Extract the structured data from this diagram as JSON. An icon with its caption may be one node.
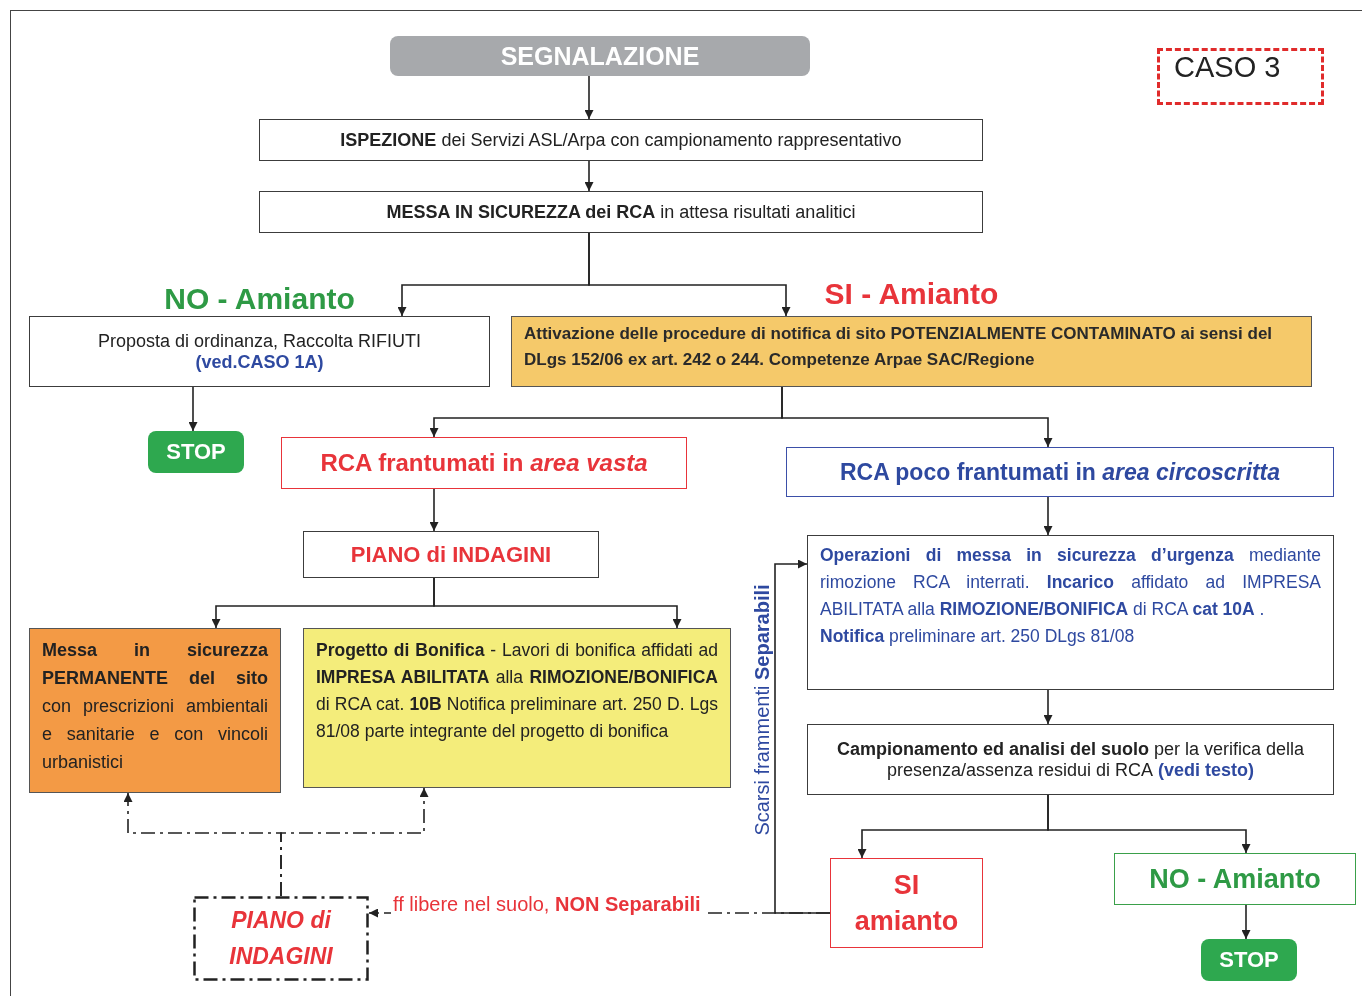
{
  "diagram": {
    "nodes": [
      {
        "text": [
          "SEGNALAZIONE"
        ]
      },
      {
        "text": [
          "**ISPEZIONE** dei Servizi ASL/Arpa con campionamento rappresentativo"
        ]
      },
      {
        "text": [
          "**MESSA IN SICUREZZA dei RCA** in attesa risultati analitici"
        ]
      },
      {
        "text": [
          "CASO 3"
        ]
      },
      {
        "text": [
          "NO - Amianto",
          "Proposta di ordinanza, Raccolta RIFIUTI",
          "(ved.CASO 1A)"
        ]
      },
      {
        "text": [
          "SI - Amianto",
          "Attivazione delle procedure di notifica di sito POTENZIALMENTE CONTAMINATO ai sensi del DLgs 152/06 ex art. 242 o 244. Competenze Arpae SAC/Regione"
        ]
      },
      {
        "text": [
          "STOP"
        ]
      },
      {
        "text": [
          "RCA frantumati in *area vasta*"
        ]
      },
      {
        "text": [
          "RCA poco frantumati in *area circoscritta*"
        ]
      },
      {
        "text": [
          "PIANO di INDAGINI"
        ]
      },
      {
        "text": [
          "**Messa in sicurezza PERMANENTE del sito** con prescrizioni ambientali e sanitarie e con vincoli urbanistici"
        ]
      },
      {
        "text": [
          "**Progetto di Bonifica** - Lavori di bonifica affidati ad **IMPRESA ABILITATA** alla **RIMOZIONE/BONIFICA** di RCA cat. **10B** Notifica preliminare art. 250 D. Lgs 81/08 parte integrante del progetto di bonifica"
        ]
      },
      {
        "text": [
          "**Operazioni di messa in sicurezza d’urgenza** mediante rimozione RCA interrati. **Incarico** affidato ad IMPRESA ABILITATA alla **RIMOZIONE/BONIFICA** di RCA **cat 10A** .",
          "**Notifica** preliminare art. 250 DLgs 81/08"
        ]
      },
      {
        "text": [
          "**Campionamento ed analisi del suolo** per la verifica della presenza/assenza residui di RCA",
          "(vedi testo)"
        ]
      },
      {
        "text": [
          "SI amianto"
        ]
      },
      {
        "text": [
          "NO - Amianto"
        ]
      },
      {
        "text": [
          "STOP"
        ]
      },
      {
        "text": [
          "PIANO di INDAGINI"
        ]
      }
    ],
    "edges": [
      {
        "from": 0,
        "to": 1,
        "arrow": "to"
      },
      {
        "from": 1,
        "to": 2,
        "arrow": "to"
      },
      {
        "from": 2,
        "to": 4,
        "arrow": "to"
      },
      {
        "from": 2,
        "to": 5,
        "arrow": "to"
      },
      {
        "from": 4,
        "to": 6,
        "arrow": "to"
      },
      {
        "from": 5,
        "to": 7,
        "arrow": "to"
      },
      {
        "from": 5,
        "to": 8,
        "arrow": "to"
      },
      {
        "from": 7,
        "to": 9,
        "arrow": "to"
      },
      {
        "from": 9,
        "to": 10,
        "arrow": "to"
      },
      {
        "from": 9,
        "to": 11,
        "arrow": "to"
      },
      {
        "from": 17,
        "to": 10,
        "arrow": "to",
        "style": "dashed"
      },
      {
        "from": 17,
        "to": 11,
        "arrow": "to",
        "style": "dashed"
      },
      {
        "from": 14,
        "to": 17,
        "arrow": "to",
        "style": "dashed",
        "label": "ff libere nel suolo, **NON Separabili**"
      },
      {
        "from": 14,
        "to": 12,
        "arrow": "to",
        "label": "Scarsi frammenti **Separabili**"
      },
      {
        "from": 8,
        "to": 12,
        "arrow": "to"
      },
      {
        "from": 12,
        "to": 13,
        "arrow": "to"
      },
      {
        "from": 13,
        "to": 14,
        "arrow": "to"
      },
      {
        "from": 13,
        "to": 15,
        "arrow": "to"
      },
      {
        "from": 15,
        "to": 16,
        "arrow": "to"
      }
    ]
  }
}
